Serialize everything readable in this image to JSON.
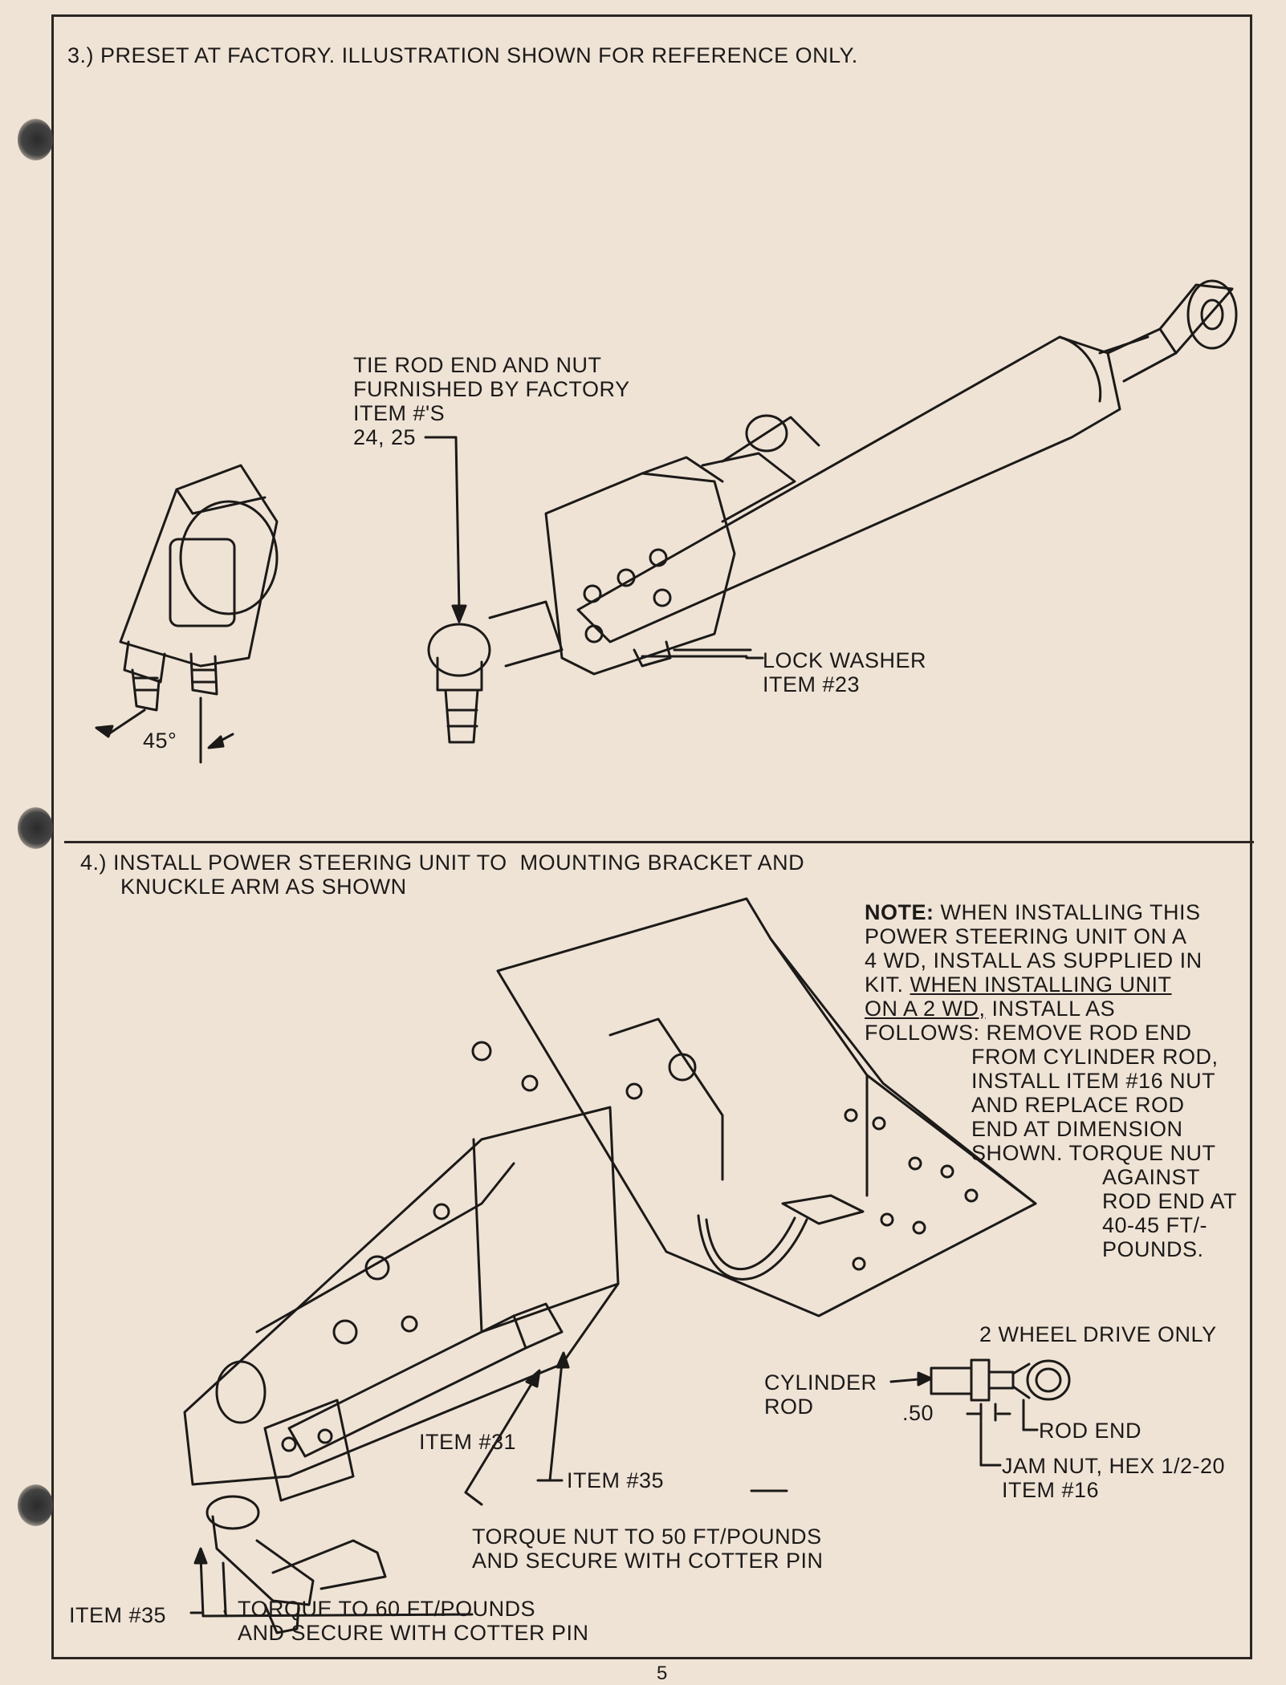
{
  "section3": {
    "heading": "3.) PRESET AT FACTORY. ILLUSTRATION SHOWN FOR REFERENCE ONLY.",
    "tie_rod_label_line1": "TIE ROD END AND NUT",
    "tie_rod_label_line2": "FURNISHED BY FACTORY",
    "tie_rod_label_line3": "ITEM #'S",
    "tie_rod_label_line4": "24, 25",
    "lock_washer_line1": "LOCK WASHER",
    "lock_washer_line2": "ITEM #23",
    "angle": "45°"
  },
  "section4": {
    "heading_line1": "4.) INSTALL POWER STEERING UNIT TO  MOUNTING BRACKET AND",
    "heading_line2": "KNUCKLE ARM AS SHOWN",
    "note_label": "NOTE:",
    "note_line1": "WHEN INSTALLING THIS",
    "note_line2": "POWER STEERING UNIT ON A",
    "note_line3": "4 WD, INSTALL AS SUPPLIED IN",
    "note_line4a": "KIT. ",
    "note_line4b": "WHEN INSTALLING UNIT",
    "note_line5a": "ON A 2 WD,",
    "note_line5b": " INSTALL AS",
    "note_line6": "FOLLOWS: REMOVE ROD END",
    "note_line7": "FROM CYLINDER ROD,",
    "note_line8": "INSTALL ITEM #16 NUT",
    "note_line9": "AND REPLACE ROD",
    "note_line10": "END AT DIMENSION",
    "note_line11": "SHOWN. TORQUE NUT",
    "note_line12": "AGAINST",
    "note_line13": "ROD END AT",
    "note_line14": "40-45 FT/-",
    "note_line15": "POUNDS.",
    "two_wheel_title": "2 WHEEL DRIVE ONLY",
    "cylinder_rod_line1": "CYLINDER",
    "cylinder_rod_line2": "ROD",
    "dimension": ".50",
    "rod_end": "ROD END",
    "jam_nut_line1": "JAM NUT, HEX 1/2-20",
    "jam_nut_line2": "ITEM #16",
    "item31": "ITEM #31",
    "item35a": "ITEM #35",
    "torque50_line1": "TORQUE NUT TO 50 FT/POUNDS",
    "torque50_line2": "AND SECURE WITH COTTER PIN",
    "item35b": "ITEM #35",
    "torque60_line1": "TORQUE TO 60 FT/POUNDS",
    "torque60_line2": "AND SECURE WITH COTTER PIN"
  },
  "page_number": "5"
}
